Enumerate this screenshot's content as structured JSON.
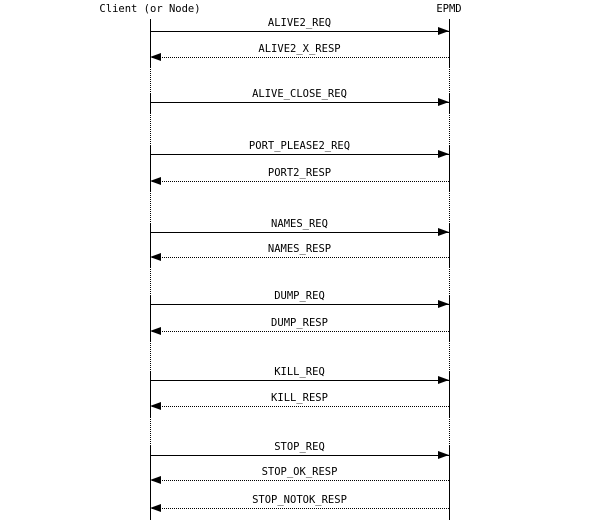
{
  "diagram": {
    "type": "sequence-diagram",
    "left_actor": "Client (or Node)",
    "right_actor": "EPMD",
    "colors": {
      "foreground": "#000000",
      "background": "#ffffff"
    },
    "messages": [
      {
        "label": "ALIVE2_REQ",
        "from": "client",
        "to": "epmd",
        "line_style": "solid"
      },
      {
        "label": "ALIVE2_X_RESP",
        "from": "epmd",
        "to": "client",
        "line_style": "dotted"
      },
      {
        "label": "ALIVE_CLOSE_REQ",
        "from": "client",
        "to": "epmd",
        "line_style": "solid"
      },
      {
        "label": "PORT_PLEASE2_REQ",
        "from": "client",
        "to": "epmd",
        "line_style": "solid"
      },
      {
        "label": "PORT2_RESP",
        "from": "epmd",
        "to": "client",
        "line_style": "dotted"
      },
      {
        "label": "NAMES_REQ",
        "from": "client",
        "to": "epmd",
        "line_style": "solid"
      },
      {
        "label": "NAMES_RESP",
        "from": "epmd",
        "to": "client",
        "line_style": "dotted"
      },
      {
        "label": "DUMP_REQ",
        "from": "client",
        "to": "epmd",
        "line_style": "solid"
      },
      {
        "label": "DUMP_RESP",
        "from": "epmd",
        "to": "client",
        "line_style": "dotted"
      },
      {
        "label": "KILL_REQ",
        "from": "client",
        "to": "epmd",
        "line_style": "solid"
      },
      {
        "label": "KILL_RESP",
        "from": "epmd",
        "to": "client",
        "line_style": "dotted"
      },
      {
        "label": "STOP_REQ",
        "from": "client",
        "to": "epmd",
        "line_style": "solid"
      },
      {
        "label": "STOP_OK_RESP",
        "from": "epmd",
        "to": "client",
        "line_style": "dotted"
      },
      {
        "label": "STOP_NOTOK_RESP",
        "from": "epmd",
        "to": "client",
        "line_style": "dotted"
      }
    ]
  }
}
